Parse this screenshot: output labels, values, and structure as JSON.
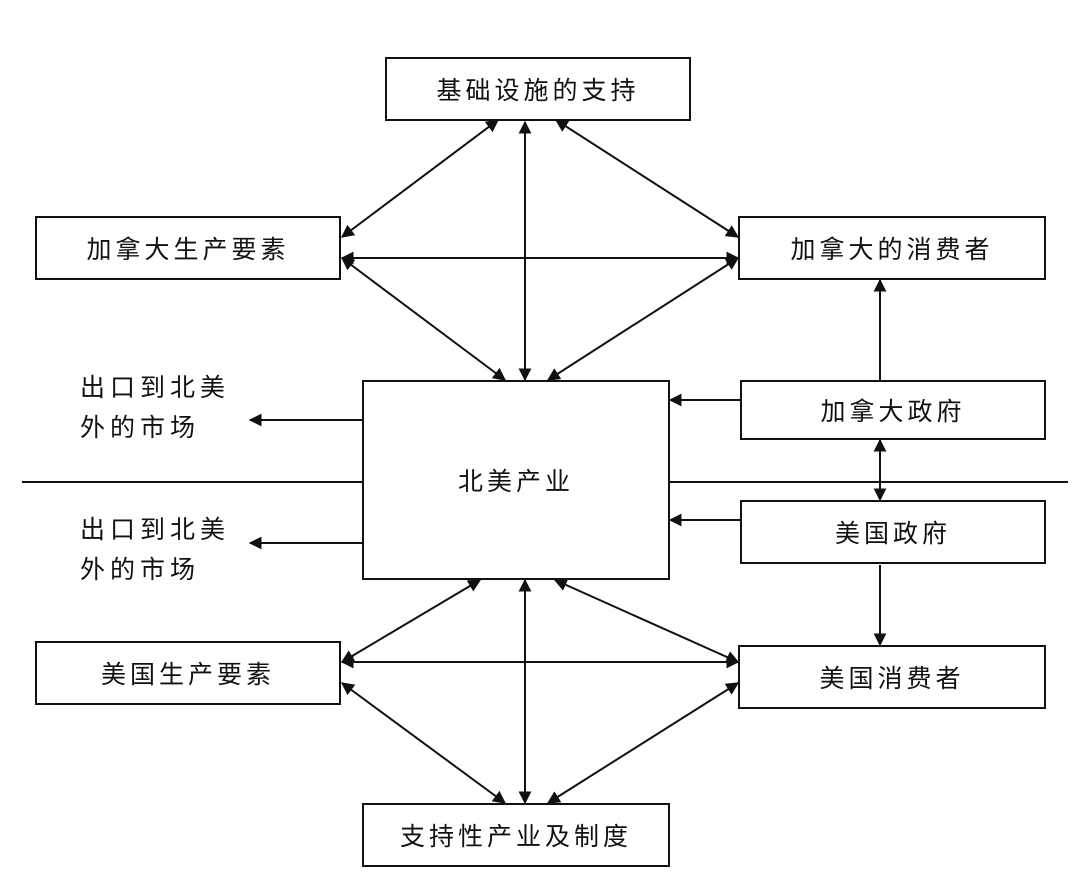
{
  "nodes": {
    "infrastructure": "基础设施的支持",
    "ca_factors": "加拿大生产要素",
    "ca_consumers": "加拿大的消费者",
    "na_industry": "北美产业",
    "ca_government": "加拿大政府",
    "us_government": "美国政府",
    "us_factors": "美国生产要素",
    "us_consumers": "美国消费者",
    "support_industries": "支持性产业及制度"
  },
  "labels": {
    "export_top": [
      "出口到北美",
      "外的市场"
    ],
    "export_bottom": [
      "出口到北美",
      "外的市场"
    ]
  }
}
